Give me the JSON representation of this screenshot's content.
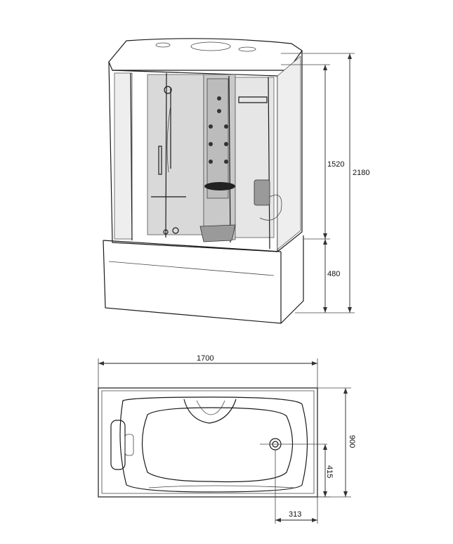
{
  "dimensions": {
    "cabin_height": "1520",
    "total_height": "2180",
    "tub_height": "480",
    "length": "1700",
    "width": "900",
    "drain_offset_y": "415",
    "drain_offset_x": "313"
  }
}
